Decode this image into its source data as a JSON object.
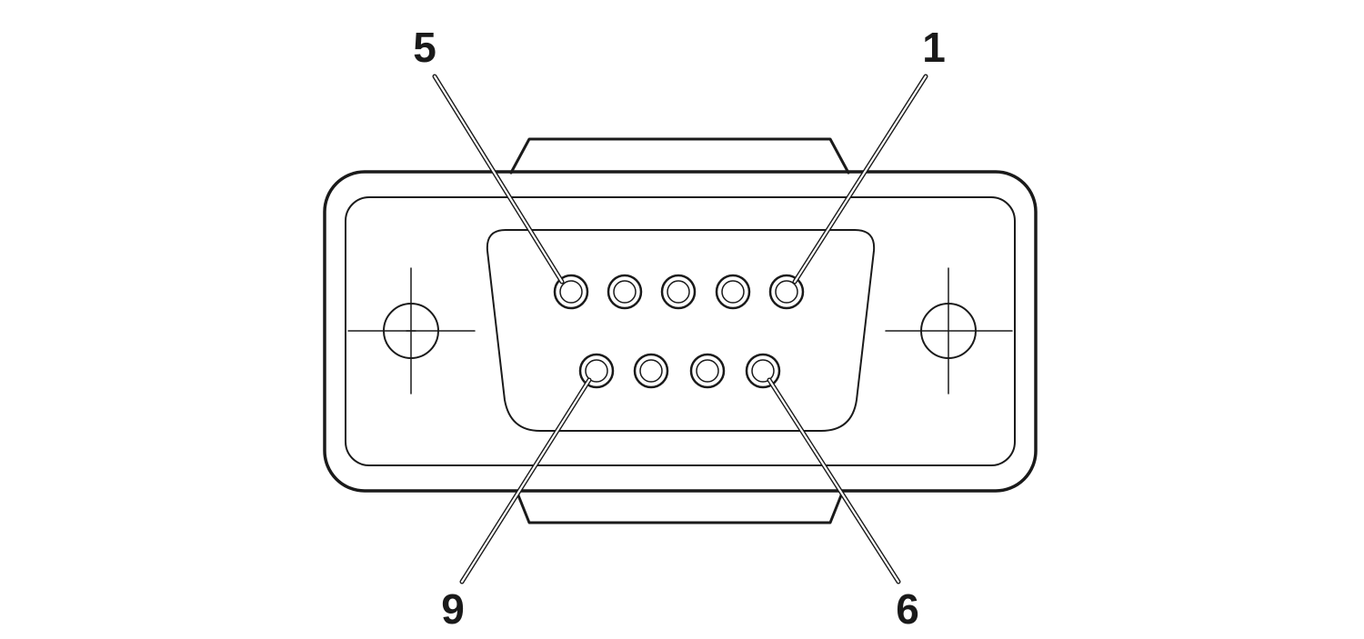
{
  "diagram": {
    "labels": {
      "pin_5": "5",
      "pin_1": "1",
      "pin_9": "9",
      "pin_6": "6"
    },
    "top_row_pin_count": 5,
    "bottom_row_pin_count": 4,
    "colors": {
      "line": "#1a1a1a",
      "background": "#ffffff"
    }
  }
}
